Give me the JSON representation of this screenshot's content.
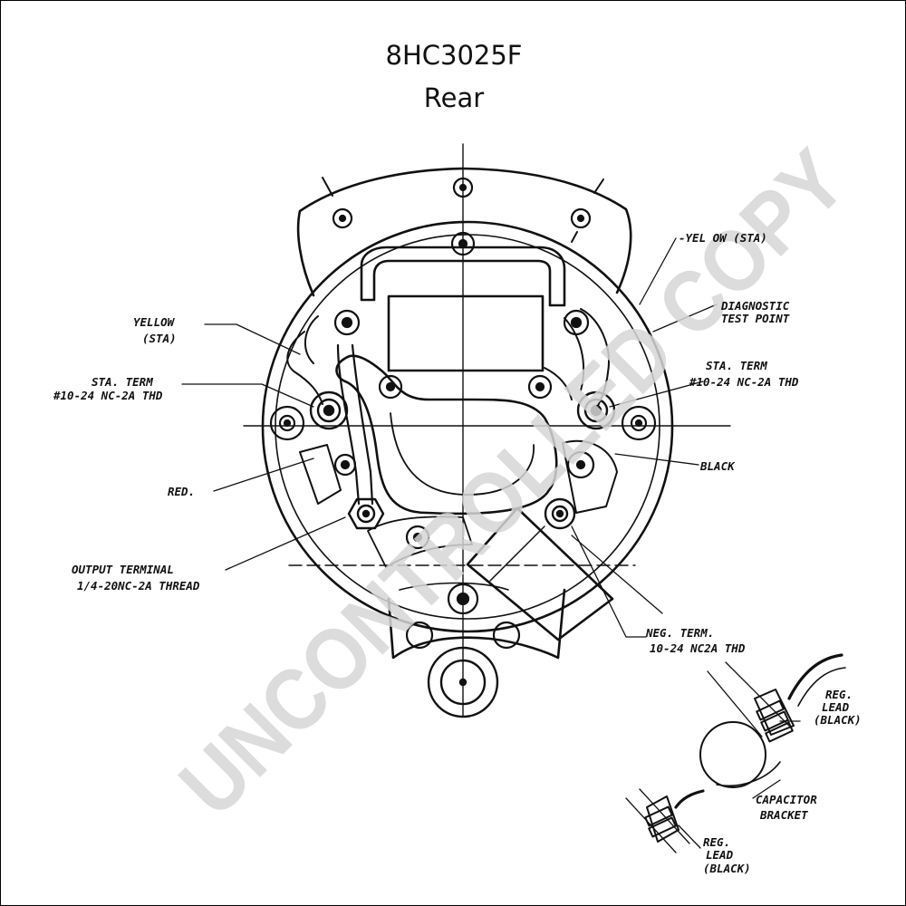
{
  "title": {
    "model": "8HC3025F",
    "view": "Rear"
  },
  "watermark": "UNCONTROLLED COPY",
  "labels": {
    "yellow_sta_right": "-YEL OW (STA)",
    "diagnostic_1": "DIAGNOSTIC",
    "diagnostic_2": "TEST POINT",
    "yellow_left_1": "YELLOW",
    "yellow_left_2": "(STA)",
    "sta_term_left_1": "STA. TERM",
    "sta_term_left_2": "#10-24 NC-2A THD",
    "sta_term_right_1": "STA. TERM",
    "sta_term_right_2": "#10-24 NC-2A THD",
    "black": "BLACK",
    "red": "RED.",
    "output_terminal_1": "OUTPUT TERMINAL",
    "output_terminal_2": "1/4-20NC-2A THREAD",
    "neg_term_1": "NEG. TERM.",
    "neg_term_2": "10-24 NC2A THD",
    "reg_lead_top_1": "REG.",
    "reg_lead_top_2": "LEAD",
    "reg_lead_top_3": "(BLACK)",
    "capacitor_1": "CAPACITOR",
    "capacitor_2": "BRACKET",
    "reg_lead_bottom_1": "REG.",
    "reg_lead_bottom_2": "LEAD",
    "reg_lead_bottom_3": "(BLACK)"
  }
}
